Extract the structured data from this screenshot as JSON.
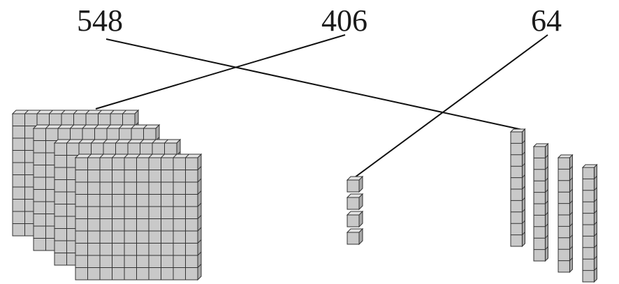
{
  "labels": {
    "number_a": "548",
    "number_b": "406",
    "number_c": "64"
  },
  "blocks": {
    "flats": 4,
    "rods": 4,
    "units": 4
  }
}
